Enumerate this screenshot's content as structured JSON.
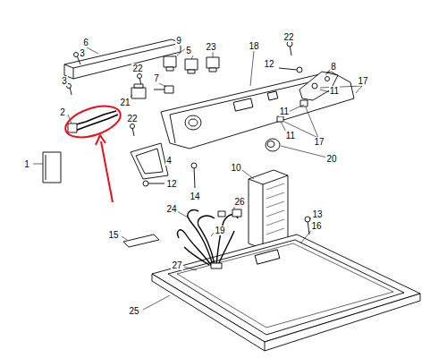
{
  "diagram": {
    "labels": [
      "6",
      "3",
      "3",
      "9",
      "5",
      "23",
      "18",
      "22",
      "12",
      "8",
      "22",
      "7",
      "11",
      "17",
      "21",
      "2",
      "22",
      "11",
      "11",
      "17",
      "4",
      "1",
      "12",
      "14",
      "20",
      "10",
      "24",
      "26",
      "19",
      "13",
      "16",
      "15",
      "27",
      "25"
    ]
  }
}
